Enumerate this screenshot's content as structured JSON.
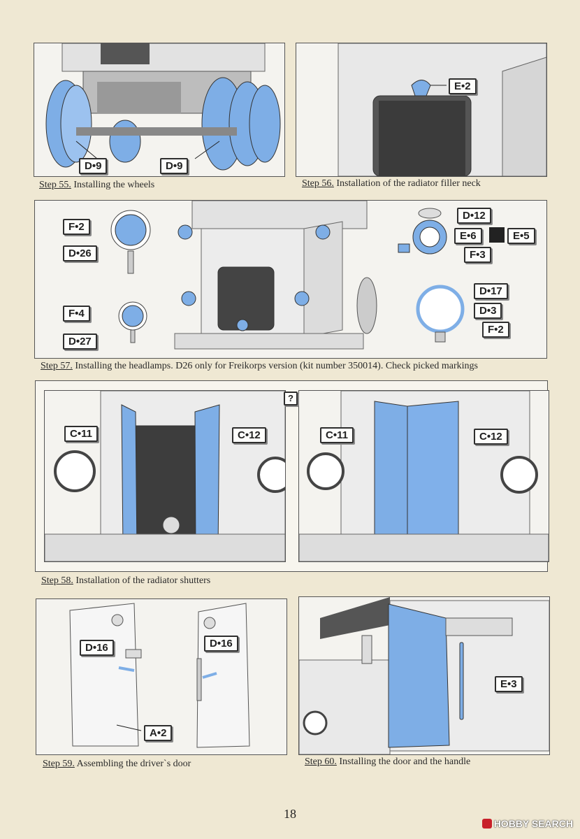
{
  "steps": {
    "s55": {
      "number": "Step 55.",
      "text": "Installing the wheels",
      "labels": {
        "a": "D•9",
        "b": "D•9"
      }
    },
    "s56": {
      "number": "Step 56.",
      "text": "Installation of the radiator filler neck",
      "labels": {
        "a": "E•2"
      }
    },
    "s57": {
      "number": "Step 57.",
      "text": "Installing the headlamps. D26 only for Freikorps version (kit number 350014). Check picked markings",
      "labels": {
        "f2a": "F•2",
        "d26": "D•26",
        "f4": "F•4",
        "d27": "D•27",
        "d12": "D•12",
        "e6": "E•6",
        "e5": "E•5",
        "f3": "F•3",
        "d17": "D•17",
        "d3": "D•3",
        "f2b": "F•2"
      }
    },
    "s58": {
      "number": "Step 58.",
      "text": "Installation of the radiator shutters",
      "labels": {
        "c11a": "C•11",
        "c12a": "C•12",
        "c11b": "C•11",
        "c12b": "C•12",
        "warn": "?"
      }
    },
    "s59": {
      "number": "Step 59.",
      "text": "Assembling the driver`s door",
      "labels": {
        "d16a": "D•16",
        "d16b": "D•16",
        "a2": "A•2"
      }
    },
    "s60": {
      "number": "Step 60.",
      "text": "Installing the door and the handle",
      "labels": {
        "e3": "E•3"
      }
    }
  },
  "page_number": "18",
  "watermark": "HOBBY SEARCH",
  "colors": {
    "part_blue": "#7eaee6",
    "paper": "#efe8d3",
    "metal": "#e6e6e6"
  }
}
